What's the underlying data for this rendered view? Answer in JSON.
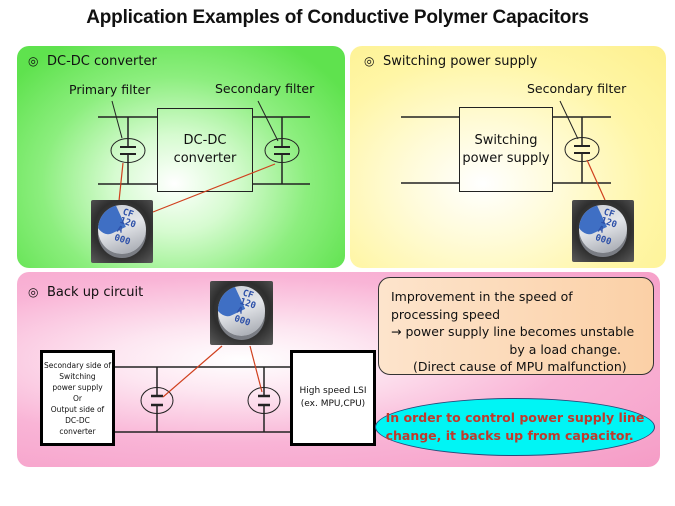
{
  "title": "Application Examples of Conductive Polymer Capacitors",
  "marker_symbol": "◎",
  "panels": {
    "dcdc": {
      "title": "DC-DC converter",
      "color": "#5fe24e",
      "primary_filter_label": "Primary filter",
      "secondary_filter_label": "Secondary filter",
      "block_line1": "DC-DC",
      "block_line2": "converter"
    },
    "switching": {
      "title": "Switching power supply",
      "color": "#fdf08e",
      "secondary_filter_label": "Secondary filter",
      "block_line1": "Switching",
      "block_line2": "power supply"
    },
    "backup": {
      "title": "Back up circuit",
      "color": "#f59cc6",
      "source_box_lines": [
        "Secondary  side of",
        "Switching",
        "power  supply",
        "Or",
        "Output side of",
        "DC-DC",
        "converter"
      ],
      "load_box_line1": "High speed LSI",
      "load_box_line2": "(ex. MPU,CPU)",
      "note_lines": [
        "Improvement in the speed of",
        "processing speed",
        "→ power supply line becomes unstable",
        "by a  load change.",
        "(Direct cause of MPU malfunction)"
      ],
      "note_color": "#fbd0a6",
      "callout_line1": "In order to control power supply line",
      "callout_line2": "change, it backs up from capacitor.",
      "callout_color": "#00f5f5",
      "callout_text_color": "#c0392b"
    }
  },
  "capacitor_photo": {
    "marking": "CF\n120\nA\n000"
  },
  "leader_line_color": "#d0401e"
}
